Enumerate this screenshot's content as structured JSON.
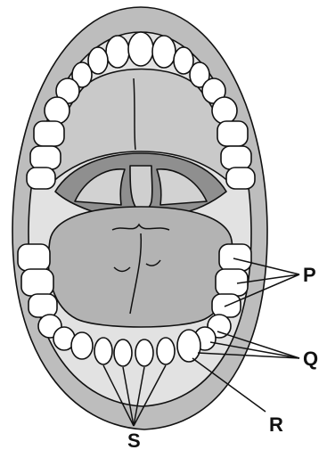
{
  "diagram": {
    "labels": {
      "p": "P",
      "q": "Q",
      "r": "R",
      "s": "S"
    },
    "colors": {
      "lips": "#bdbdbd",
      "mouth_cavity": "#e2e2e2",
      "palate": "#c9c9c9",
      "throat": "#8f8f8f",
      "tongue": "#b3b3b3",
      "teeth": "#ffffff",
      "outline": "#111111"
    }
  }
}
